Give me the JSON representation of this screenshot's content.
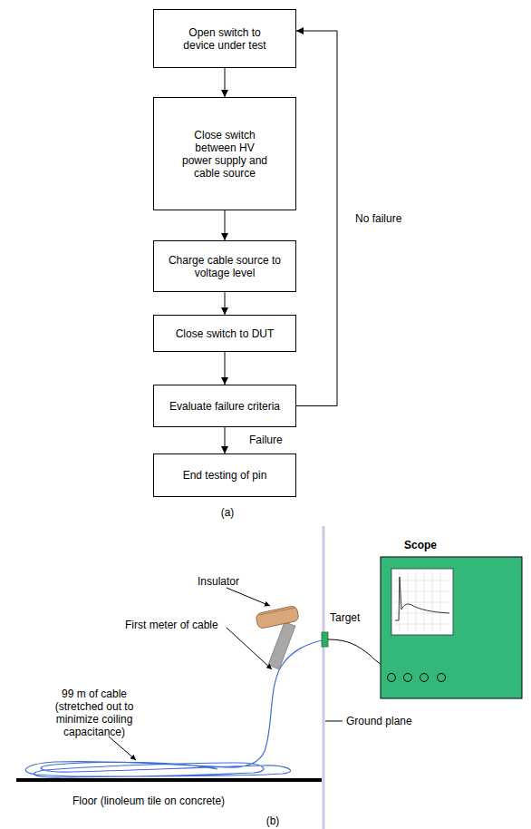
{
  "diagram": {
    "nodes": [
      {
        "text": [
          "Open switch to device under test"
        ]
      },
      {
        "text": [
          "Close switch between HV power supply and cable source"
        ]
      },
      {
        "text": [
          "Charge cable source to voltage level"
        ]
      },
      {
        "text": [
          "Close switch to DUT"
        ]
      },
      {
        "text": [
          "Evaluate failure criteria"
        ]
      },
      {
        "text": [
          "End testing of pin"
        ]
      }
    ],
    "edges": [
      {
        "from": 0,
        "to": 1,
        "arrow": "to"
      },
      {
        "from": 1,
        "to": 2,
        "arrow": "to"
      },
      {
        "from": 2,
        "to": 3,
        "arrow": "to"
      },
      {
        "from": 3,
        "to": 4,
        "arrow": "to"
      },
      {
        "from": 4,
        "to": 5,
        "label": "Failure",
        "arrow": "to"
      },
      {
        "from": 4,
        "to": 0,
        "label": "No failure",
        "arrow": "to"
      }
    ],
    "labels": [
      "(a)",
      "Scope",
      "Insulator",
      "Target",
      "First meter of cable",
      "99 m of cable (stretched out to minimize coiling capacitance)",
      "Ground plane",
      "Floor (linoleum tile on concrete)",
      "(b)"
    ]
  }
}
